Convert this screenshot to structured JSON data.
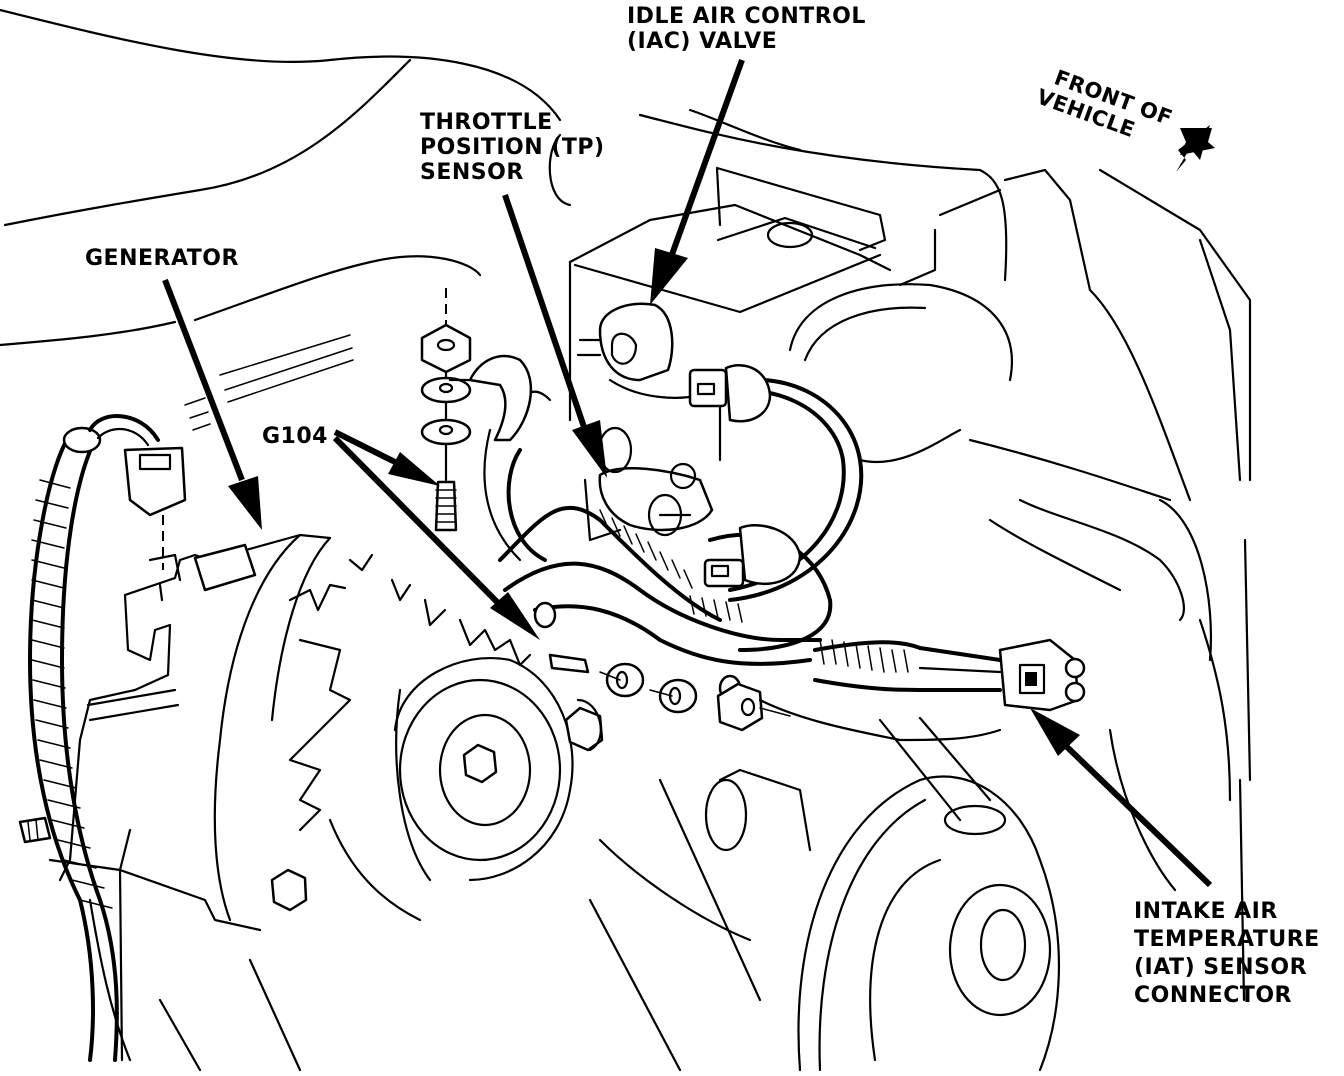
{
  "figure": {
    "title": "Engine compartment component locator",
    "colors": {
      "line": "#000000",
      "background": "#ffffff"
    }
  },
  "labels": {
    "iac": {
      "lines": [
        "IDLE AIR CONTROL",
        "(IAC) VALVE"
      ]
    },
    "tp": {
      "lines": [
        "THROTTLE",
        "POSITION (TP)",
        "SENSOR"
      ]
    },
    "front": {
      "lines": [
        "FRONT OF",
        "VEHICLE"
      ]
    },
    "generator": {
      "lines": [
        "GENERATOR"
      ]
    },
    "g104": {
      "lines": [
        "G104"
      ]
    },
    "iat": {
      "lines": [
        "INTAKE AIR",
        "TEMPERATURE",
        "(IAT) SENSOR",
        "CONNECTOR"
      ]
    }
  },
  "components": [
    "throttle-body",
    "iac-valve",
    "tp-sensor",
    "generator",
    "generator-pulley",
    "ground-stud-g104",
    "wiring-harness",
    "iat-sensor-connector",
    "crank-pulley",
    "front-direction-arrow"
  ]
}
